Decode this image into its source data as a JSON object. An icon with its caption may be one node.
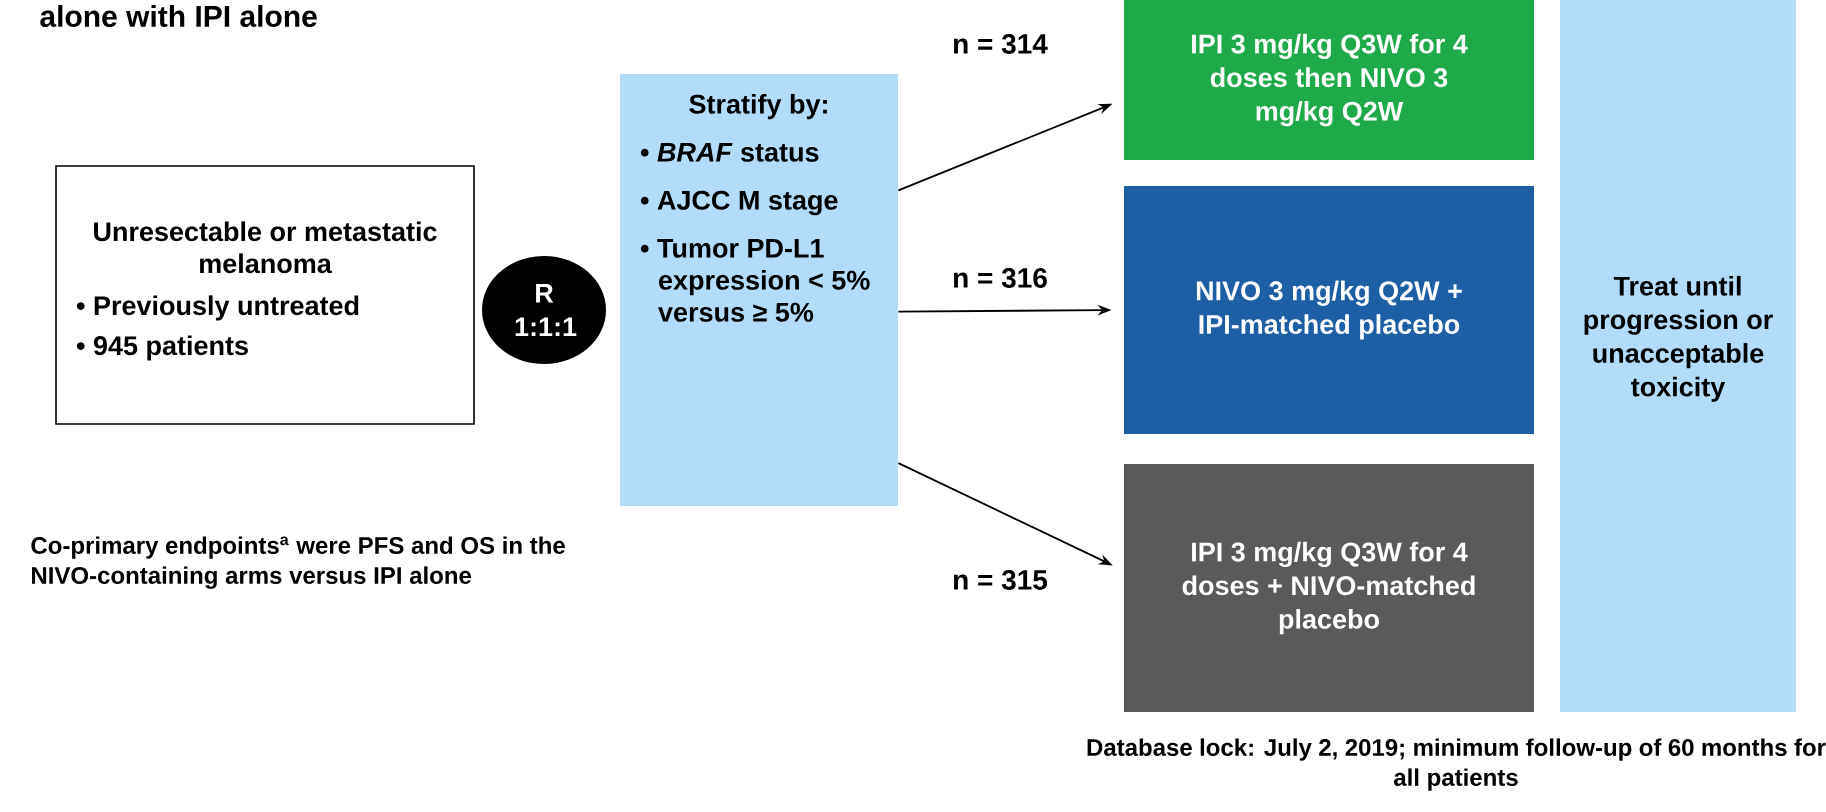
{
  "diagram": {
    "title": "alone with IPI alone",
    "nodes": [
      {
        "text": [
          "Unresectable or metastatic melanoma",
          "• Previously untreated",
          "• 945 patients"
        ]
      },
      {
        "text": [
          "R 1:1:1"
        ]
      },
      {
        "text": [
          "Stratify by:",
          "• *BRAF* status",
          "• AJCC M stage",
          "• Tumor PD-L1 expression < 5% versus ≥ 5%"
        ]
      },
      {
        "text": [
          "IPI 3 mg/kg Q3W for 4 doses then NIVO 3 mg/kg Q2W"
        ]
      },
      {
        "text": [
          "NIVO 3 mg/kg Q2W + IPI-matched placebo"
        ]
      },
      {
        "text": [
          "IPI 3 mg/kg Q3W for 4 doses + NIVO-matched placebo"
        ]
      },
      {
        "text": [
          "Treat until progression or unacceptable toxicity"
        ]
      }
    ],
    "edges": [
      {
        "from": 2,
        "to": 3,
        "arrow": "to",
        "label": "n = 314"
      },
      {
        "from": 2,
        "to": 4,
        "arrow": "to",
        "label": "n = 316"
      },
      {
        "from": 2,
        "to": 5,
        "arrow": "to",
        "label": "n = 315"
      }
    ],
    "labels": [
      "Co-primary endpoints$^{a}$ were PFS and OS in the NIVO-containing arms versus IPI alone",
      "Database lock: July 2, 2019; minimum follow-up of 60 months for all patients"
    ]
  }
}
